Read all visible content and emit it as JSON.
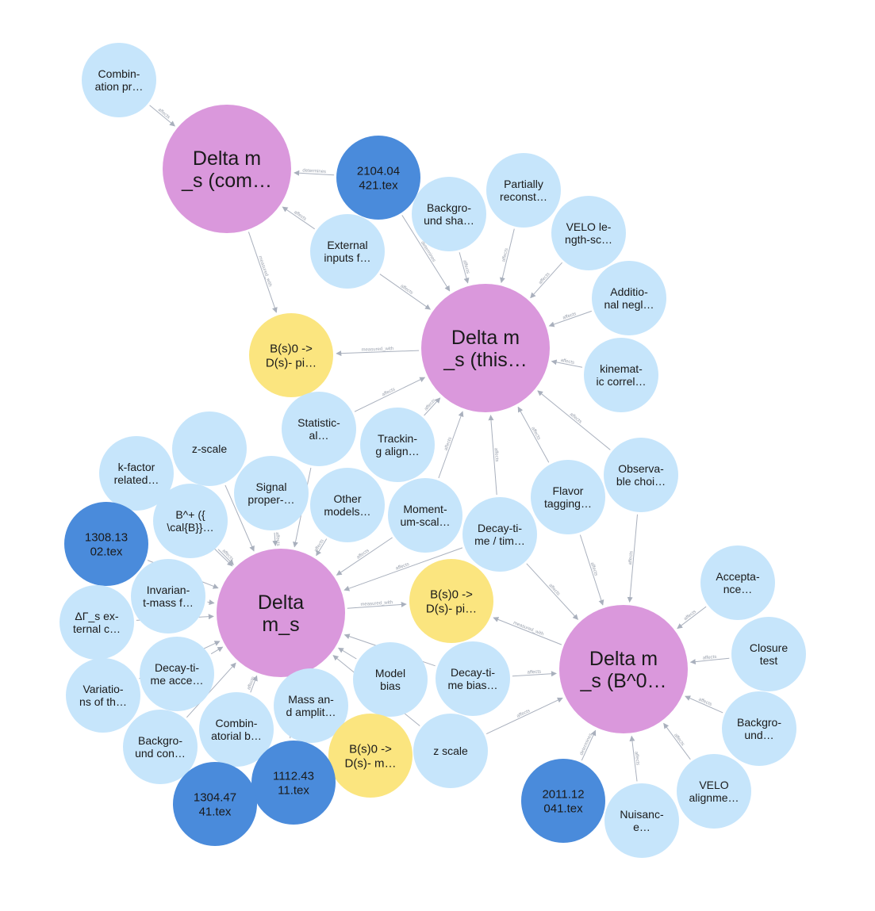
{
  "colors": {
    "concept": "#c6e5fb",
    "measurement": "#da98dc",
    "decay": "#fbe57f",
    "paper": "#4a8bdb",
    "edge": "#a9b0bd",
    "edge_label": "#9aa1ad"
  },
  "nodes": [
    {
      "id": "combination-pr",
      "type": "concept",
      "lines": [
        "Combin-",
        "ation pr…"
      ]
    },
    {
      "id": "dms-com",
      "type": "measurement",
      "lines": [
        "Delta m",
        "_s (com…"
      ]
    },
    {
      "id": "paper-2104",
      "type": "paper",
      "lines": [
        "2104.04",
        "421.tex"
      ]
    },
    {
      "id": "external-inputs",
      "type": "concept",
      "lines": [
        "External",
        "inputs f…"
      ]
    },
    {
      "id": "background-shape",
      "type": "concept",
      "lines": [
        "Backgro-",
        "und sha…"
      ]
    },
    {
      "id": "partially-reconst",
      "type": "concept",
      "lines": [
        "Partially",
        "reconst…"
      ]
    },
    {
      "id": "velo-length",
      "type": "concept",
      "lines": [
        "VELO le-",
        "ngth-sc…"
      ]
    },
    {
      "id": "additional-negl",
      "type": "concept",
      "lines": [
        "Additio-",
        "nal negl…"
      ]
    },
    {
      "id": "kinematic-correl",
      "type": "concept",
      "lines": [
        "kinemat-",
        "ic correl…"
      ]
    },
    {
      "id": "dms-this",
      "type": "measurement",
      "lines": [
        "Delta m",
        "_s (this…"
      ]
    },
    {
      "id": "bs-dspi-1",
      "type": "decay",
      "lines": [
        "B(s)0 ->",
        "D(s)- pi…"
      ]
    },
    {
      "id": "statistical",
      "type": "concept",
      "lines": [
        "Statistic-",
        "al…"
      ]
    },
    {
      "id": "tracking-align",
      "type": "concept",
      "lines": [
        "Trackin-",
        "g align…"
      ]
    },
    {
      "id": "z-scale-top",
      "type": "concept",
      "lines": [
        "z-scale"
      ]
    },
    {
      "id": "k-factor",
      "type": "concept",
      "lines": [
        "k-factor",
        "related…"
      ]
    },
    {
      "id": "signal-proper",
      "type": "concept",
      "lines": [
        "Signal",
        "proper-…"
      ]
    },
    {
      "id": "other-models",
      "type": "concept",
      "lines": [
        "Other",
        "models…"
      ]
    },
    {
      "id": "momentum-scal",
      "type": "concept",
      "lines": [
        "Moment-",
        "um-scal…"
      ]
    },
    {
      "id": "decay-time-tim",
      "type": "concept",
      "lines": [
        "Decay-ti-",
        "me / tim…"
      ]
    },
    {
      "id": "flavor-tagging",
      "type": "concept",
      "lines": [
        "Flavor",
        "tagging…"
      ]
    },
    {
      "id": "observable-choi",
      "type": "concept",
      "lines": [
        "Observa-",
        "ble choi…"
      ]
    },
    {
      "id": "bplus-calb",
      "type": "concept",
      "lines": [
        "B^+ ({",
        "\\cal{B}}…"
      ]
    },
    {
      "id": "paper-1308",
      "type": "paper",
      "lines": [
        "1308.13",
        "02.tex"
      ]
    },
    {
      "id": "invariant-mass",
      "type": "concept",
      "lines": [
        "Invarian-",
        "t-mass f…"
      ]
    },
    {
      "id": "dms-main",
      "type": "measurement",
      "lines": [
        "Delta",
        "m_s"
      ]
    },
    {
      "id": "bs-dspi-2",
      "type": "decay",
      "lines": [
        "B(s)0 ->",
        "D(s)- pi…"
      ]
    },
    {
      "id": "dgamma-ext",
      "type": "concept",
      "lines": [
        "ΔΓ_s ex-",
        "ternal c…"
      ]
    },
    {
      "id": "variations",
      "type": "concept",
      "lines": [
        "Variatio-",
        "ns of th…"
      ]
    },
    {
      "id": "decay-time-acc",
      "type": "concept",
      "lines": [
        "Decay-ti-",
        "me acce…"
      ]
    },
    {
      "id": "model-bias",
      "type": "concept",
      "lines": [
        "Model",
        "bias"
      ]
    },
    {
      "id": "decay-time-bias",
      "type": "concept",
      "lines": [
        "Decay-ti-",
        "me bias…"
      ]
    },
    {
      "id": "acceptance",
      "type": "concept",
      "lines": [
        "Accepta-",
        "nce…"
      ]
    },
    {
      "id": "closure-test",
      "type": "concept",
      "lines": [
        "Closure",
        "test"
      ]
    },
    {
      "id": "dms-b0",
      "type": "measurement",
      "lines": [
        "Delta m",
        "_s (B^0…"
      ]
    },
    {
      "id": "background-con",
      "type": "concept",
      "lines": [
        "Backgro-",
        "und con…"
      ]
    },
    {
      "id": "combinatorial-b",
      "type": "concept",
      "lines": [
        "Combin-",
        "atorial b…"
      ]
    },
    {
      "id": "mass-amplit",
      "type": "concept",
      "lines": [
        "Mass an-",
        "d amplit…"
      ]
    },
    {
      "id": "bs-dsm",
      "type": "decay",
      "lines": [
        "B(s)0 ->",
        "D(s)- m…"
      ]
    },
    {
      "id": "z-scale-bottom",
      "type": "concept",
      "lines": [
        "z scale"
      ]
    },
    {
      "id": "background-und",
      "type": "concept",
      "lines": [
        "Backgro-",
        "und…"
      ]
    },
    {
      "id": "paper-1112",
      "type": "paper",
      "lines": [
        "1112.43",
        "11.tex"
      ]
    },
    {
      "id": "paper-1304",
      "type": "paper",
      "lines": [
        "1304.47",
        "41.tex"
      ]
    },
    {
      "id": "paper-2011",
      "type": "paper",
      "lines": [
        "2011.12",
        "041.tex"
      ]
    },
    {
      "id": "nuisance",
      "type": "concept",
      "lines": [
        "Nuisanc-",
        "e…"
      ]
    },
    {
      "id": "velo-alignme",
      "type": "concept",
      "lines": [
        "VELO",
        "alignme…"
      ]
    }
  ],
  "edges": [
    {
      "from": "combination-pr",
      "to": "dms-com",
      "label": "affects"
    },
    {
      "from": "paper-2104",
      "to": "dms-com",
      "label": "determines"
    },
    {
      "from": "paper-2104",
      "to": "dms-this",
      "label": "determines"
    },
    {
      "from": "external-inputs",
      "to": "dms-com",
      "label": "affects"
    },
    {
      "from": "external-inputs",
      "to": "dms-this",
      "label": "affects"
    },
    {
      "from": "dms-com",
      "to": "bs-dspi-1",
      "label": "measured_with"
    },
    {
      "from": "dms-this",
      "to": "bs-dspi-1",
      "label": "measured_with"
    },
    {
      "from": "background-shape",
      "to": "dms-this",
      "label": "affects"
    },
    {
      "from": "partially-reconst",
      "to": "dms-this",
      "label": "affects"
    },
    {
      "from": "velo-length",
      "to": "dms-this",
      "label": "affects"
    },
    {
      "from": "additional-negl",
      "to": "dms-this",
      "label": "affects"
    },
    {
      "from": "kinematic-correl",
      "to": "dms-this",
      "label": "affects"
    },
    {
      "from": "statistical",
      "to": "dms-this",
      "label": "affects"
    },
    {
      "from": "statistical",
      "to": "bs-dspi-1",
      "label": ""
    },
    {
      "from": "statistical",
      "to": "dms-main",
      "label": "affects"
    },
    {
      "from": "tracking-align",
      "to": "dms-this",
      "label": "affects"
    },
    {
      "from": "momentum-scal",
      "to": "dms-this",
      "label": "affects"
    },
    {
      "from": "decay-time-tim",
      "to": "dms-this",
      "label": "affects"
    },
    {
      "from": "flavor-tagging",
      "to": "dms-this",
      "label": "affects"
    },
    {
      "from": "observable-choi",
      "to": "dms-this",
      "label": "affects"
    },
    {
      "from": "z-scale-top",
      "to": "dms-main",
      "label": ""
    },
    {
      "from": "k-factor",
      "to": "dms-main",
      "label": ""
    },
    {
      "from": "signal-proper",
      "to": "dms-main",
      "label": "affects"
    },
    {
      "from": "other-models",
      "to": "dms-main",
      "label": "affects"
    },
    {
      "from": "momentum-scal",
      "to": "dms-main",
      "label": "affects"
    },
    {
      "from": "decay-time-tim",
      "to": "dms-main",
      "label": "affects"
    },
    {
      "from": "bplus-calb",
      "to": "dms-main",
      "label": "affects"
    },
    {
      "from": "paper-1308",
      "to": "dms-main",
      "label": ""
    },
    {
      "from": "invariant-mass",
      "to": "dms-main",
      "label": ""
    },
    {
      "from": "dgamma-ext",
      "to": "dms-main",
      "label": ""
    },
    {
      "from": "variations",
      "to": "dms-main",
      "label": ""
    },
    {
      "from": "decay-time-acc",
      "to": "dms-main",
      "label": ""
    },
    {
      "from": "background-con",
      "to": "dms-main",
      "label": ""
    },
    {
      "from": "combinatorial-b",
      "to": "dms-main",
      "label": "affects"
    },
    {
      "from": "mass-amplit",
      "to": "dms-main",
      "label": ""
    },
    {
      "from": "model-bias",
      "to": "dms-main",
      "label": ""
    },
    {
      "from": "decay-time-bias",
      "to": "dms-main",
      "label": ""
    },
    {
      "from": "z-scale-bottom",
      "to": "dms-main",
      "label": ""
    },
    {
      "from": "paper-1112",
      "to": "dms-main",
      "label": ""
    },
    {
      "from": "dms-main",
      "to": "bs-dspi-2",
      "label": "measured_with"
    },
    {
      "from": "dms-b0",
      "to": "bs-dspi-2",
      "label": "measured_with"
    },
    {
      "from": "decay-time-tim",
      "to": "dms-b0",
      "label": "affects"
    },
    {
      "from": "flavor-tagging",
      "to": "dms-b0",
      "label": "affects"
    },
    {
      "from": "observable-choi",
      "to": "dms-b0",
      "label": "affects"
    },
    {
      "from": "decay-time-bias",
      "to": "dms-b0",
      "label": "affects"
    },
    {
      "from": "z-scale-bottom",
      "to": "dms-b0",
      "label": "affects"
    },
    {
      "from": "acceptance",
      "to": "dms-b0",
      "label": "affects"
    },
    {
      "from": "closure-test",
      "to": "dms-b0",
      "label": "affects"
    },
    {
      "from": "background-und",
      "to": "dms-b0",
      "label": "affects"
    },
    {
      "from": "velo-alignme",
      "to": "dms-b0",
      "label": "affects"
    },
    {
      "from": "nuisance",
      "to": "dms-b0",
      "label": "affects"
    },
    {
      "from": "paper-2011",
      "to": "dms-b0",
      "label": "determines"
    }
  ]
}
